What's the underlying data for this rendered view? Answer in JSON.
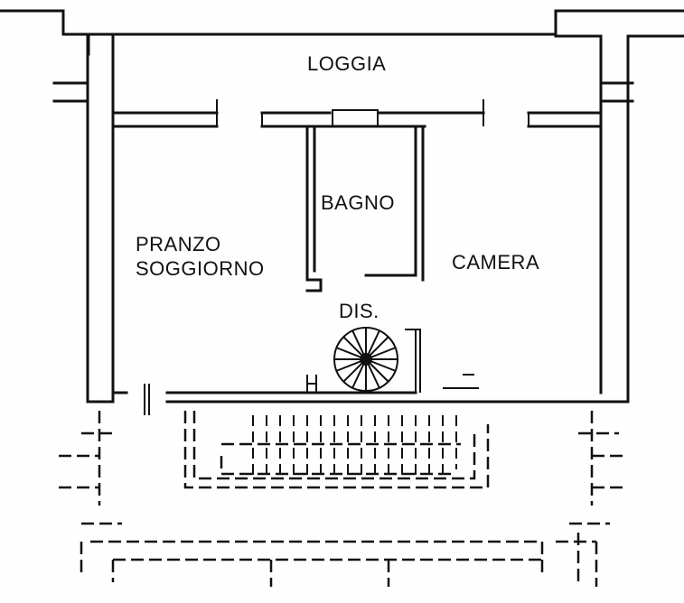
{
  "plan": {
    "rooms": {
      "loggia": "LOGGIA",
      "bagno": "BAGNO",
      "pranzo": "PRANZO",
      "soggiorno": "SOGGIORNO",
      "camera": "CAMERA",
      "dis": "DIS."
    }
  }
}
